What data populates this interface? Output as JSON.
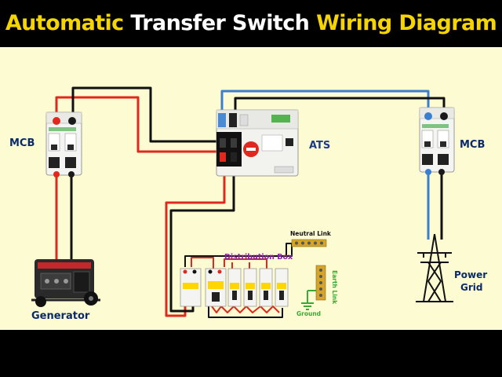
{
  "title": {
    "part1": "Automatic",
    "part2": "Transfer Switch",
    "part3": "Wiring Diagram"
  },
  "labels": {
    "mcb_left": "MCB",
    "mcb_right": "MCB",
    "ats": "ATS",
    "distribution_box": "Distribution Box",
    "neutral_link": "Neutral Link",
    "earth_link": "Earth Link",
    "ground": "Ground",
    "generator": "Generator",
    "power_grid_line1": "Power",
    "power_grid_line2": "Grid"
  },
  "colors": {
    "title_highlight": "#f5d400",
    "title_plain": "#ffffff",
    "background": "#fdfbd2",
    "wire_red": "#e0281e",
    "wire_black": "#111111",
    "wire_blue": "#3a7ed0",
    "ground_green": "#3aa935",
    "db_label_purple": "#8a1fa8",
    "earth_label_green": "#3aa935",
    "ats_label_blue": "#1e3a8a"
  }
}
